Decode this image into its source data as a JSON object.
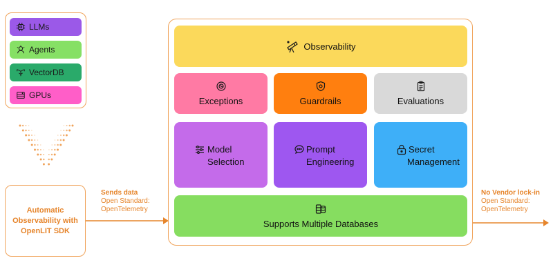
{
  "sources": [
    {
      "label": "LLMs",
      "color": "#9b59e8",
      "icon": "chip-icon"
    },
    {
      "label": "Agents",
      "color": "#86e065",
      "icon": "agent-icon"
    },
    {
      "label": "VectorDB",
      "color": "#2aaa6a",
      "icon": "vector-db-icon"
    },
    {
      "label": "GPUs",
      "color": "#ff5ec8",
      "icon": "gpu-icon"
    }
  ],
  "sdk": {
    "label": "Automatic Observability with OpenLIT SDK"
  },
  "left_flow": {
    "line1": "Sends data",
    "line2": "Open Standard:",
    "line3": "OpenTelemetry"
  },
  "right_flow": {
    "line1": "No Vendor lock-in",
    "line2": "Open Standard:",
    "line3": "OpenTelemetry"
  },
  "cards": {
    "observability": {
      "label": "Observability",
      "color": "#fbd95b",
      "icon": "telescope-icon"
    },
    "exceptions": {
      "label": "Exceptions",
      "color": "#ff7aa4",
      "icon": "bug-icon"
    },
    "guardrails": {
      "label": "Guardrails",
      "color": "#ff7f0f",
      "icon": "shield-icon"
    },
    "evaluations": {
      "label": "Evaluations",
      "color": "#d9d9d9",
      "icon": "clipboard-icon"
    },
    "model_selection": {
      "line1": "Model",
      "line2": "Selection",
      "color": "#c46bea",
      "icon": "sliders-icon"
    },
    "prompt_engineering": {
      "line1": "Prompt",
      "line2": "Engineering",
      "color": "#9e57f0",
      "icon": "chat-icon"
    },
    "secret_management": {
      "line1": "Secret",
      "line2": "Management",
      "color": "#3eaff8",
      "icon": "lock-icon"
    },
    "databases": {
      "label": "Supports Multiple Databases",
      "color": "#86dd60",
      "icon": "database-icon"
    }
  },
  "colors": {
    "accent": "#f0a35a",
    "accent_text": "#e6852c"
  }
}
